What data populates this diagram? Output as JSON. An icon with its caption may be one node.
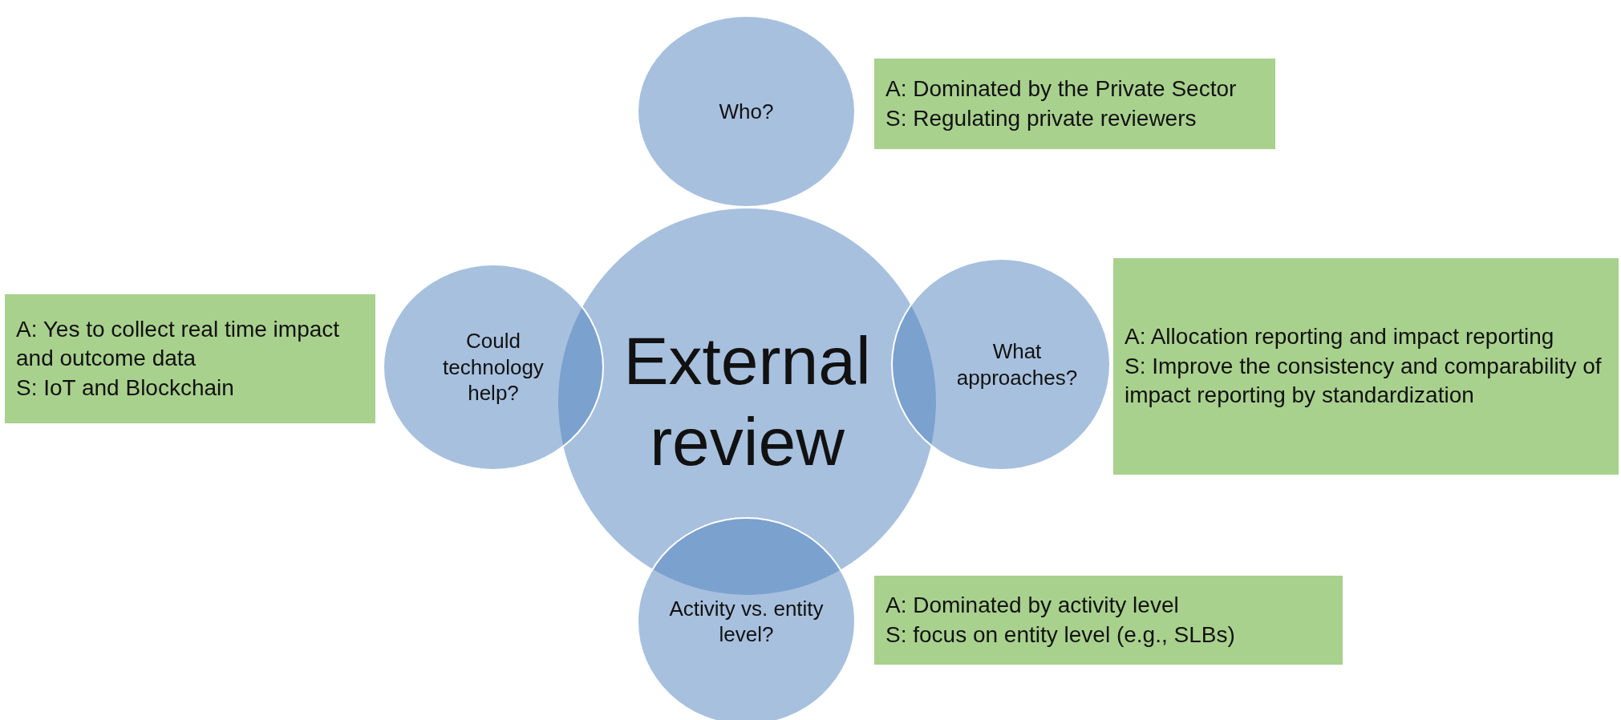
{
  "diagram": {
    "nodes": [
      {
        "text": [
          "Who?"
        ]
      },
      {
        "text": [
          "A: Dominated by the Private Sector",
          "S: Regulating private reviewers"
        ]
      },
      {
        "text": [
          "A: Yes to collect real time impact and outcome data",
          "S: IoT and Blockchain"
        ]
      },
      {
        "text": [
          "Could technology help?"
        ]
      },
      {
        "text": [
          "External review"
        ]
      },
      {
        "text": [
          "What approaches?"
        ]
      },
      {
        "text": [
          "A: Allocation reporting and impact reporting",
          "S: Improve the consistency and comparability of impact reporting by standardization"
        ]
      },
      {
        "text": [
          "Activity vs. entity level?"
        ]
      },
      {
        "text": [
          "A: Dominated by activity level",
          "S: focus on entity level (e.g., SLBs)"
        ]
      }
    ]
  }
}
